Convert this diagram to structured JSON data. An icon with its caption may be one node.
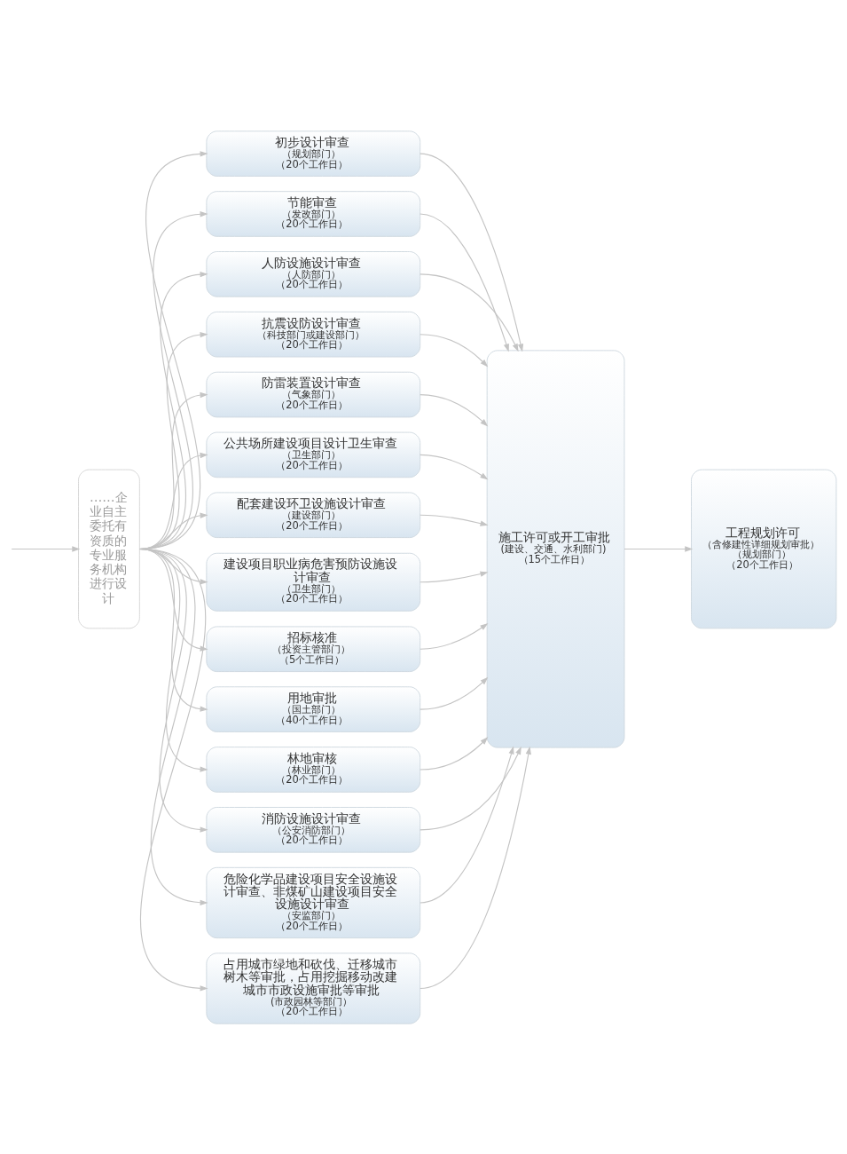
{
  "diagram": {
    "nodes": [
      {
        "text": [
          "……企业自主委托有资质的专业服务机构进行设计"
        ]
      },
      {
        "text": [
          "初步设计审查",
          "（规划部门）",
          "（20个工作日）"
        ]
      },
      {
        "text": [
          "节能审查",
          "（发改部门）",
          "（20个工作日）"
        ]
      },
      {
        "text": [
          "人防设施设计审查",
          "（人防部门）",
          "（20个工作日）"
        ]
      },
      {
        "text": [
          "抗震设防设计审查",
          "（科技部门或建设部门）",
          "（20个工作日）"
        ]
      },
      {
        "text": [
          "防雷装置设计审查",
          "（气象部门）",
          "（20个工作日）"
        ]
      },
      {
        "text": [
          "公共场所建设项目设计卫生审查",
          "（卫生部门）",
          "（20个工作日）"
        ]
      },
      {
        "text": [
          "配套建设环卫设施设计审查",
          "（建设部门）",
          "（20个工作日）"
        ]
      },
      {
        "text": [
          "建设项目职业病危害预防设施设计审查",
          "（卫生部门）",
          "（20个工作日）"
        ]
      },
      {
        "text": [
          "招标核准",
          "（投资主管部门）",
          "（5个工作日）"
        ]
      },
      {
        "text": [
          "用地审批",
          "（国土部门）",
          "（40个工作日）"
        ]
      },
      {
        "text": [
          "林地审核",
          "（林业部门）",
          "（20个工作日）"
        ]
      },
      {
        "text": [
          "消防设施设计审查",
          "（公安消防部门）",
          "（20个工作日）"
        ]
      },
      {
        "text": [
          "危险化学品建设项目安全设施设计审查、非煤矿山建设项目安全设施设计审查",
          "（安监部门）",
          "（20个工作日）"
        ]
      },
      {
        "text": [
          "占用城市绿地和砍伐、迁移城市树木等审批，占用挖掘移动改建城市市政设施审批等审批",
          "(市政园林等部门）",
          "（20个工作日）"
        ]
      },
      {
        "text": [
          "施工许可或开工审批",
          "(建设、交通、水利部门)",
          "（15个工作日）"
        ]
      },
      {
        "text": [
          "工程规划许可",
          "（含修建性详细规划审批）",
          "（规划部门）",
          "（20个工作日）"
        ]
      }
    ],
    "edges": [
      {
        "from": null,
        "to": 0,
        "arrow": "to"
      },
      {
        "from": 0,
        "to": 1,
        "arrow": "to"
      },
      {
        "from": 0,
        "to": 2,
        "arrow": "to"
      },
      {
        "from": 0,
        "to": 3,
        "arrow": "to"
      },
      {
        "from": 0,
        "to": 4,
        "arrow": "to"
      },
      {
        "from": 0,
        "to": 5,
        "arrow": "to"
      },
      {
        "from": 0,
        "to": 6,
        "arrow": "to"
      },
      {
        "from": 0,
        "to": 7,
        "arrow": "to"
      },
      {
        "from": 0,
        "to": 8,
        "arrow": "to"
      },
      {
        "from": 0,
        "to": 9,
        "arrow": "to"
      },
      {
        "from": 0,
        "to": 10,
        "arrow": "to"
      },
      {
        "from": 0,
        "to": 11,
        "arrow": "to"
      },
      {
        "from": 0,
        "to": 12,
        "arrow": "to"
      },
      {
        "from": 0,
        "to": 13,
        "arrow": "to"
      },
      {
        "from": 0,
        "to": 14,
        "arrow": "to"
      },
      {
        "from": 1,
        "to": 15,
        "arrow": "to"
      },
      {
        "from": 2,
        "to": 15,
        "arrow": "to"
      },
      {
        "from": 3,
        "to": 15,
        "arrow": "to"
      },
      {
        "from": 4,
        "to": 15,
        "arrow": "to"
      },
      {
        "from": 5,
        "to": 15,
        "arrow": "to"
      },
      {
        "from": 6,
        "to": 15,
        "arrow": "to"
      },
      {
        "from": 7,
        "to": 15,
        "arrow": "to"
      },
      {
        "from": 8,
        "to": 15,
        "arrow": "to"
      },
      {
        "from": 9,
        "to": 15,
        "arrow": "to"
      },
      {
        "from": 10,
        "to": 15,
        "arrow": "to"
      },
      {
        "from": 11,
        "to": 15,
        "arrow": "to"
      },
      {
        "from": 12,
        "to": 15,
        "arrow": "to"
      },
      {
        "from": 13,
        "to": 15,
        "arrow": "to"
      },
      {
        "from": 14,
        "to": 15,
        "arrow": "to"
      },
      {
        "from": 15,
        "to": 16,
        "arrow": "to"
      }
    ]
  }
}
